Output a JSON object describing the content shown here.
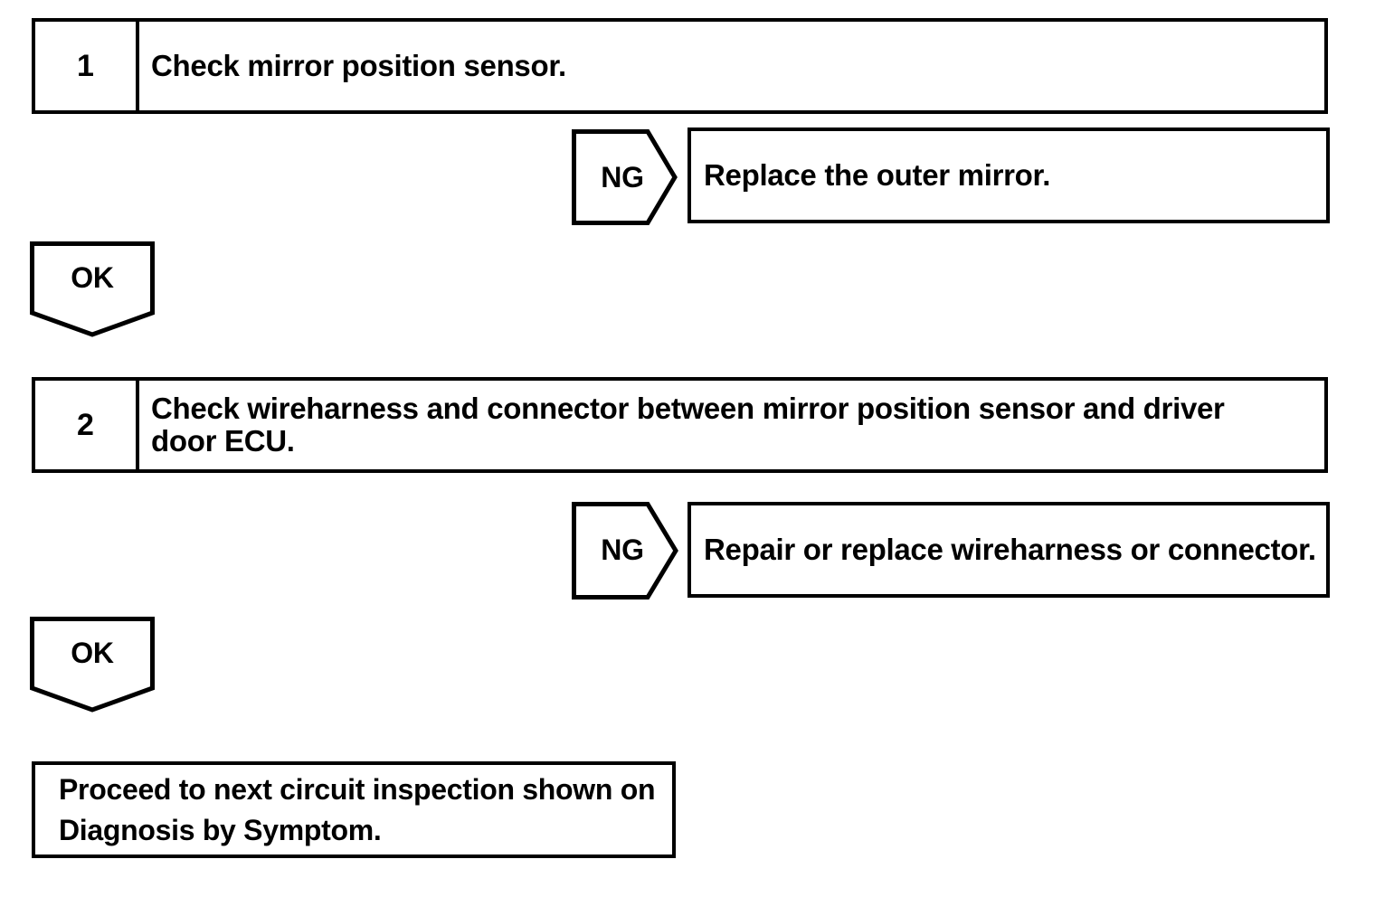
{
  "colors": {
    "ink": "#000000",
    "paper": "#ffffff"
  },
  "shapes": {
    "ng_connector": "right-pointing-pentagon-arrow",
    "ok_connector": "down-pointing-pentagon-arrow"
  },
  "flowchart": {
    "steps": [
      {
        "number": "1",
        "instruction_lines": [
          "Check mirror position sensor."
        ],
        "ng": {
          "label": "NG",
          "action": "Replace the outer mirror."
        },
        "ok_label": "OK"
      },
      {
        "number": "2",
        "instruction_lines": [
          "Check wireharness and connector between mirror position sensor and driver",
          "door ECU."
        ],
        "ng": {
          "label": "NG",
          "action": "Repair or replace wireharness or connector."
        },
        "ok_label": "OK"
      }
    ],
    "terminal": {
      "lines": [
        "Proceed to next circuit inspection shown on",
        "Diagnosis by Symptom."
      ]
    }
  }
}
